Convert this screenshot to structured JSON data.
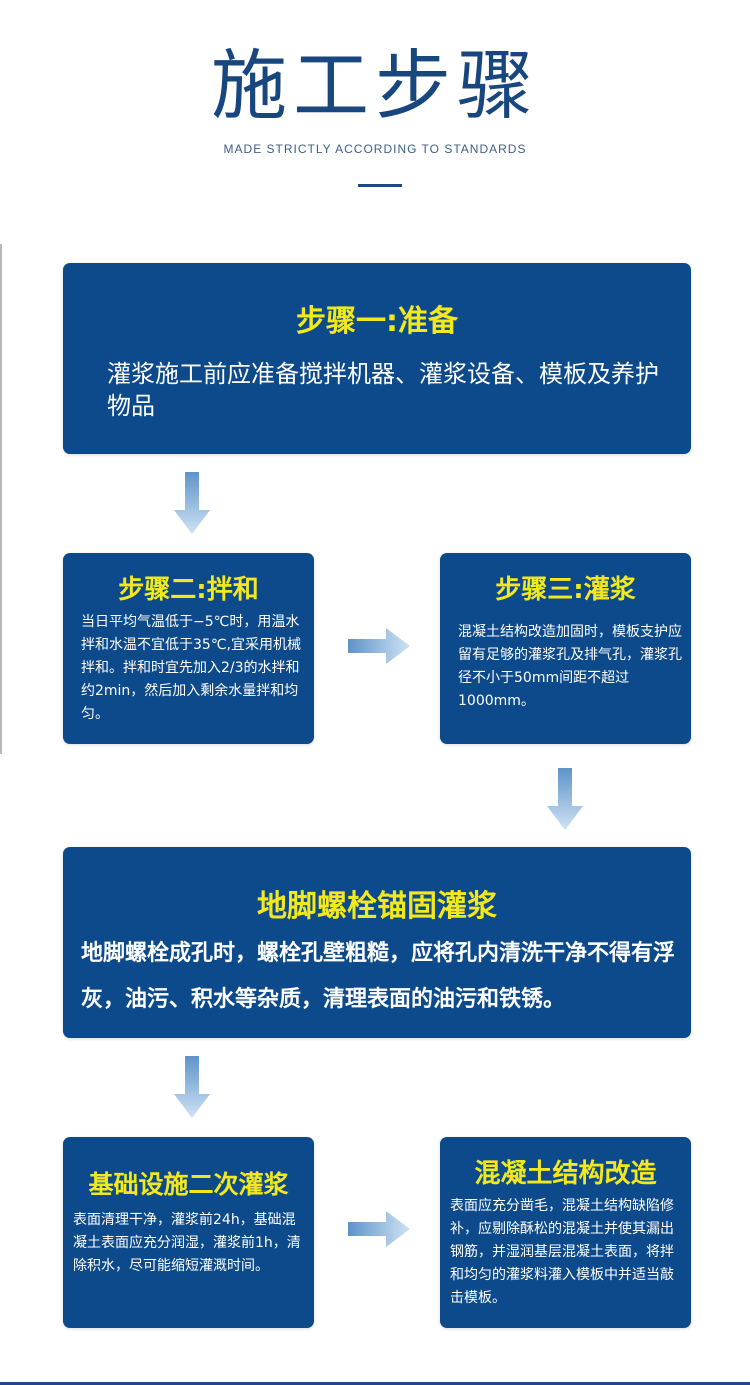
{
  "header": {
    "title": "施工步骤",
    "subtitle": "MADE STRICTLY ACCORDING TO STANDARDS"
  },
  "steps": {
    "step1": {
      "title": "步骤一:准备",
      "text": "灌浆施工前应准备搅拌机器、灌浆设备、模板及养护物品"
    },
    "step2": {
      "title": "步骤二:拌和",
      "text": "当日平均气温低于−5℃时，用温水拌和水温不宜低于35℃,宜采用机械拌和。拌和时宜先加入2/3的水拌和约2min，然后加入剩余水量拌和均匀。"
    },
    "step3": {
      "title": "步骤三:灌浆",
      "text": "混凝土结构改造加固时，模板支护应留有足够的灌浆孔及排气孔，灌浆孔径不小于50mm间距不超过1000mm。"
    },
    "anchor": {
      "title": "地脚螺栓锚固灌浆",
      "text": "地脚螺栓成孔时，螺栓孔壁粗糙，应将孔内清洗干净不得有浮灰，油污、积水等杂质，清理表面的油污和铁锈。"
    },
    "base": {
      "title": "基础设施二次灌浆",
      "text": "表面清理干净，灌浆前24h，基础混凝土表面应充分润湿，灌浆前1h，清除积水，尽可能缩短灌溉时间。"
    },
    "concrete": {
      "title": "混凝土结构改造",
      "text": "表面应充分凿毛，混凝土结构缺陷修补，应剔除酥松的混凝土并使其漏出钢筋，并湿润基层混凝土表面，将拌和均匀的灌浆料灌入模板中并适当敲击模板。"
    }
  },
  "colors": {
    "card": "#0d4a8c",
    "title_text": "#18467f",
    "card_title": "#f2e81c",
    "card_text": "#ffffff"
  },
  "icons": [
    "arrow-down-icon",
    "arrow-right-icon"
  ]
}
